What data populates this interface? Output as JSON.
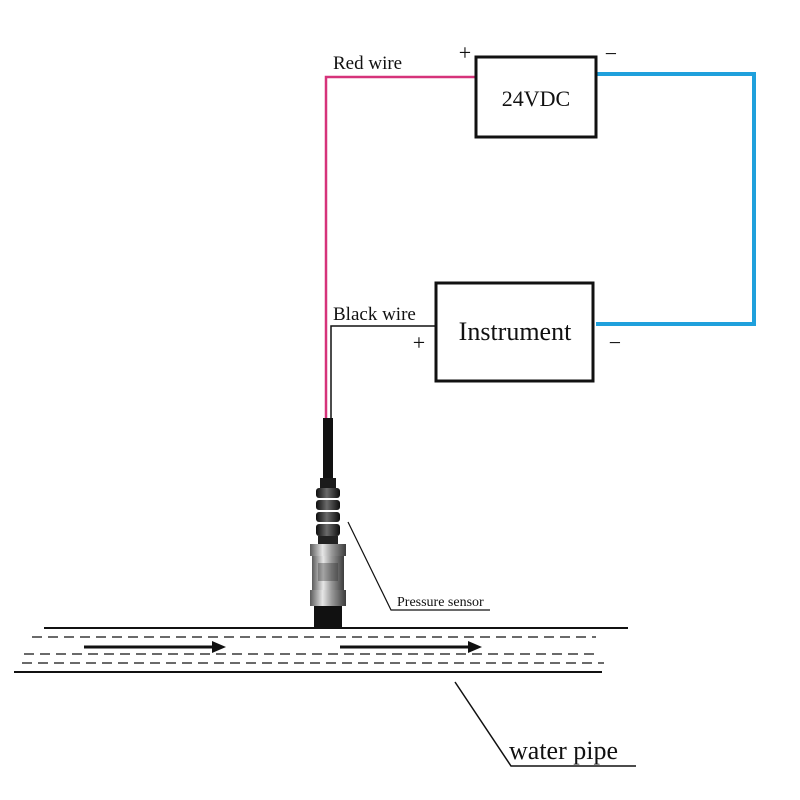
{
  "power_supply": {
    "label": "24VDC",
    "plus": "+",
    "minus": "−"
  },
  "instrument": {
    "label": "Instrument",
    "plus": "+",
    "minus": "−"
  },
  "wires": {
    "red_label": "Red wire",
    "black_label": "Black wire"
  },
  "sensor": {
    "label": "Pressure sensor"
  },
  "pipe": {
    "label": "water pipe"
  },
  "colors": {
    "red_wire": "#d6337a",
    "return_wire": "#1fa0dc",
    "black_wire": "#111111"
  }
}
